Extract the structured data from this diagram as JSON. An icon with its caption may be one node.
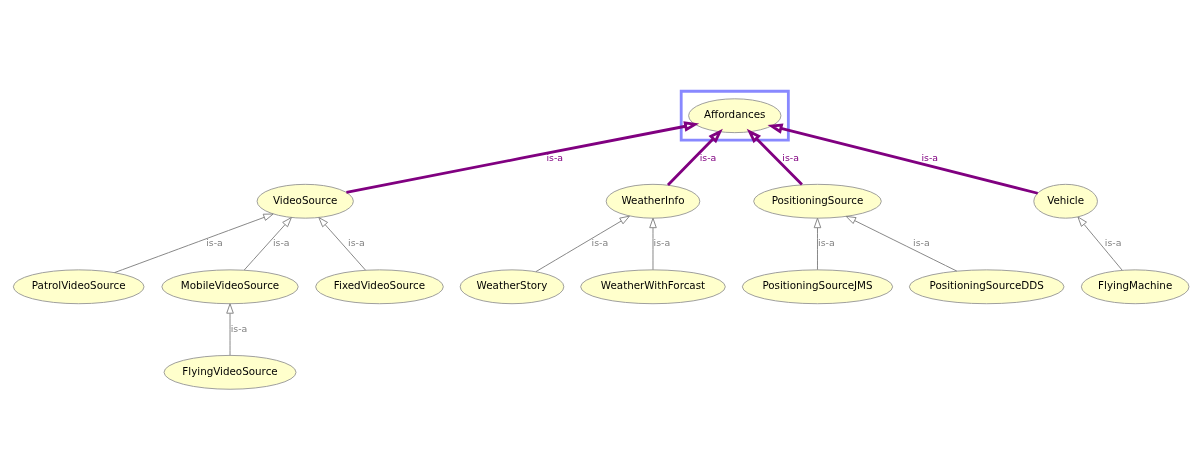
{
  "diagram": {
    "nodes": [
      {
        "text": [],
        "shape": "box"
      },
      {
        "text": [
          "Affordances"
        ],
        "in": 0
      },
      {
        "text": [
          "VideoSource"
        ]
      },
      {
        "text": [
          "WeatherInfo"
        ]
      },
      {
        "text": [
          "PositioningSource"
        ]
      },
      {
        "text": [
          "Vehicle"
        ]
      },
      {
        "text": [
          "PatrolVideoSource"
        ]
      },
      {
        "text": [
          "MobileVideoSource"
        ]
      },
      {
        "text": [
          "FixedVideoSource"
        ]
      },
      {
        "text": [
          "WeatherStory"
        ]
      },
      {
        "text": [
          "WeatherWithForcast"
        ]
      },
      {
        "text": [
          "PositioningSourceJMS"
        ]
      },
      {
        "text": [
          "PositioningSourceDDS"
        ]
      },
      {
        "text": [
          "FlyingMachine"
        ]
      },
      {
        "text": [
          "FlyingVideoSource"
        ]
      }
    ],
    "edges": [
      {
        "from": 2,
        "to": 1,
        "arrow": "to",
        "label": "is-a",
        "style": "thick",
        "color": "#800080"
      },
      {
        "from": 3,
        "to": 1,
        "arrow": "to",
        "label": "is-a",
        "style": "thick",
        "color": "#800080"
      },
      {
        "from": 4,
        "to": 1,
        "arrow": "to",
        "label": "is-a",
        "style": "thick",
        "color": "#800080"
      },
      {
        "from": 5,
        "to": 1,
        "arrow": "to",
        "label": "is-a",
        "style": "thick",
        "color": "#800080"
      },
      {
        "from": 6,
        "to": 2,
        "arrow": "to",
        "label": "is-a"
      },
      {
        "from": 7,
        "to": 2,
        "arrow": "to",
        "label": "is-a"
      },
      {
        "from": 8,
        "to": 2,
        "arrow": "to",
        "label": "is-a"
      },
      {
        "from": 9,
        "to": 3,
        "arrow": "to",
        "label": "is-a"
      },
      {
        "from": 10,
        "to": 3,
        "arrow": "to",
        "label": "is-a"
      },
      {
        "from": 11,
        "to": 4,
        "arrow": "to",
        "label": "is-a"
      },
      {
        "from": 12,
        "to": 4,
        "arrow": "to",
        "label": "is-a"
      },
      {
        "from": 13,
        "to": 5,
        "arrow": "to",
        "label": "is-a"
      },
      {
        "from": 14,
        "to": 7,
        "arrow": "to",
        "label": "is-a"
      }
    ]
  }
}
